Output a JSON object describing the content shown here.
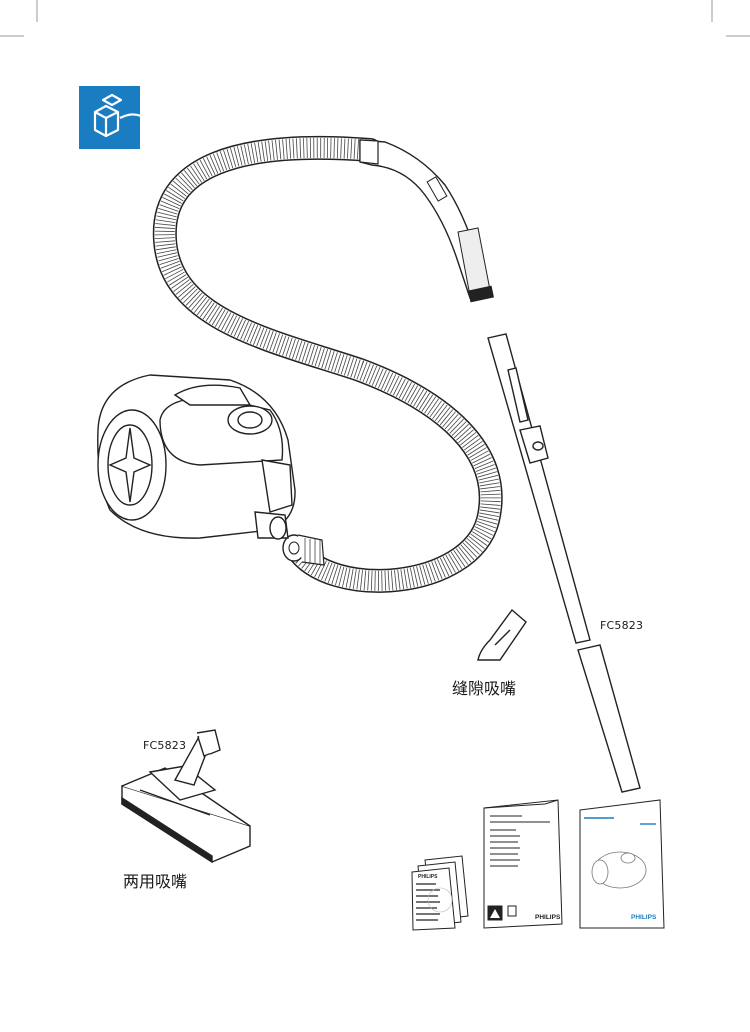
{
  "unpack_icon": {
    "name": "unpack-box-icon",
    "color": "#1a7cc1"
  },
  "labels": {
    "tube_model": "FC5823",
    "crevice_nozzle": "缝隙吸嘴",
    "nozzle_model": "FC5823",
    "floor_nozzle": "两用吸嘴"
  },
  "documents": {
    "brand": "PHILIPS",
    "brand_color": "#1a7cc1"
  }
}
